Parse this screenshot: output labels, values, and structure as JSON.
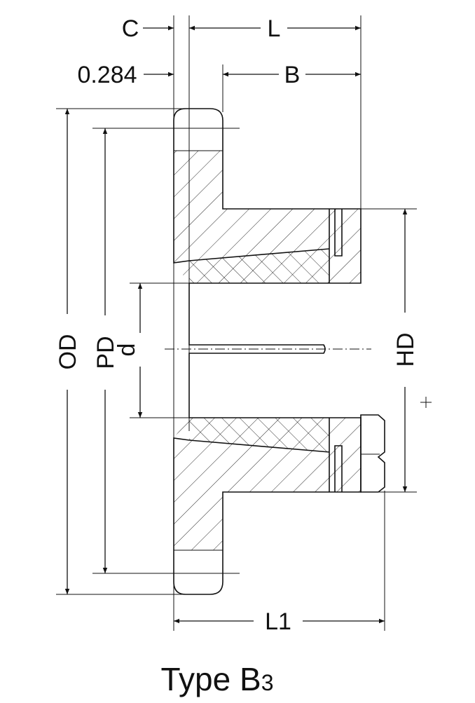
{
  "labels": {
    "c": "C",
    "l": "L",
    "offset": "0.284",
    "b": "B",
    "od": "OD",
    "pd": "PD",
    "d": "d",
    "hd": "HD",
    "l1": "L1"
  },
  "caption": {
    "main": "Type B",
    "sub": "3"
  }
}
